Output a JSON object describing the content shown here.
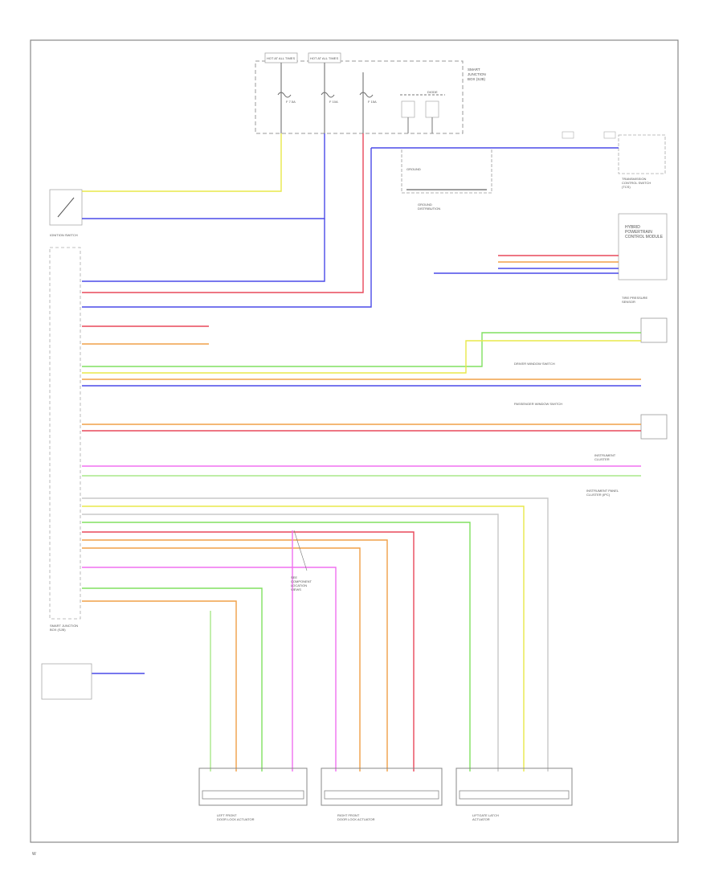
{
  "colors": {
    "yellow": "#e8e84a",
    "blue": "#4a4ae8",
    "red": "#e8485a",
    "orange": "#f0a048",
    "green": "#80e060",
    "pink": "#f070f0",
    "lightgreen": "#a8e888",
    "frame": "#888888",
    "lightgray": "#c8c8c8",
    "text": "#555555"
  },
  "labels": {
    "fuse_panel": [
      "SMART",
      "JUNCTION",
      "BOX (SJB)"
    ],
    "hot_left": [
      "HOT AT",
      "ALL TIMES"
    ],
    "hot_right": [
      "HOT AT",
      "ALL TIMES"
    ],
    "fuse_a": [
      "F",
      "7.5A"
    ],
    "fuse_b": [
      "F",
      "10A"
    ],
    "fuse_c": [
      "F",
      "15A"
    ],
    "diode_label": "DIODE",
    "ground_dist": [
      "GROUND",
      "DISTRIBUTION"
    ],
    "ign_switch": "IGNITION SWITCH",
    "transmission": [
      "TRANSMISSION",
      "CONTROL SWITCH",
      "(TCS)"
    ],
    "hybrid_box": [
      "HYBRID",
      "POWERTRAIN",
      "CONTROL MODULE"
    ],
    "tire_sensor": [
      "TIRE PRESSURE",
      "SENSOR"
    ],
    "driver_window": [
      "DRIVER WINDOW",
      "SWITCH"
    ],
    "passenger_window": [
      "PASSENGER WINDOW",
      "SWITCH"
    ],
    "instrument": [
      "INSTRUMENT",
      "CLUSTER"
    ],
    "mid_note": [
      "SEE",
      "COMPONENT",
      "LOCATION",
      "VIEWS"
    ],
    "left_module": [
      "SMART JUNCTION",
      "BOX (SJB)"
    ],
    "ecm_labels": [
      "INSTRUMENT PANEL",
      "CLUSTER (IPC)"
    ],
    "bottom_left_connector": [
      "LEFT FRONT",
      "DOOR LOCK ACTUATOR"
    ],
    "bottom_mid_connector": [
      "RIGHT FRONT",
      "DOOR LOCK ACTUATOR"
    ],
    "bottom_right_connector": [
      "LIFTGATE LATCH",
      "ACTUATOR"
    ],
    "footer": "W"
  }
}
